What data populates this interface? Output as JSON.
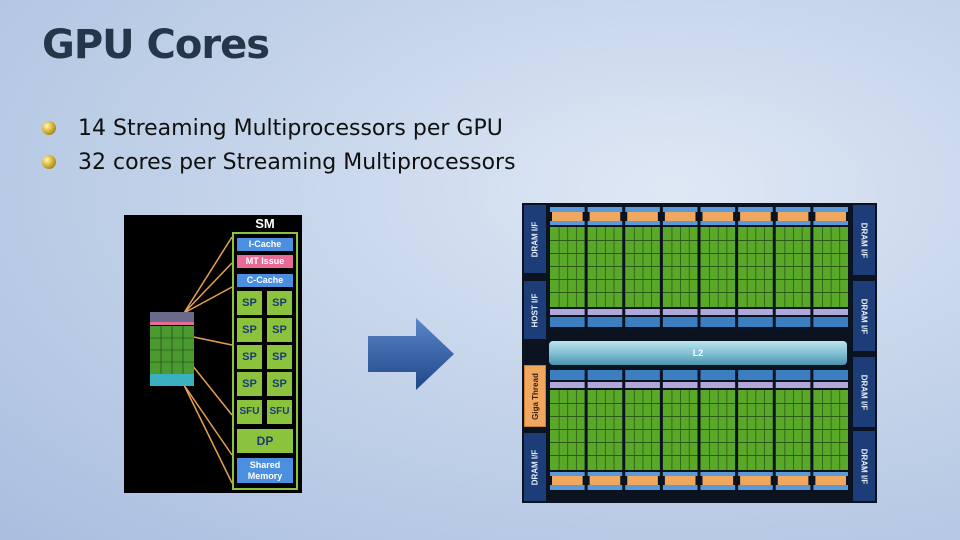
{
  "slide": {
    "title": "GPU Cores",
    "bullets": [
      "14 Streaming Multiprocessors per GPU",
      "32 cores per Streaming Multiprocessors"
    ]
  },
  "sm_diagram": {
    "title": "SM",
    "icache": "I-Cache",
    "mt_issue": "MT Issue",
    "ccache": "C-Cache",
    "sp_label": "SP",
    "sfu_label": "SFU",
    "dp": "DP",
    "shared_memory_line1": "Shared",
    "shared_memory_line2": "Memory",
    "colors": {
      "green": "#8bc43c",
      "blue": "#4a8fe0",
      "pink": "#e86a98"
    }
  },
  "arrow": {
    "icon": "right-arrow-icon",
    "color": "#2b5597"
  },
  "gpu_diagram": {
    "dram_label": "DRAM I/F",
    "host_label": "HOST I/F",
    "l2_label": "L2",
    "giga_label": "Giga Thread",
    "sm_columns": 8,
    "colors": {
      "sm_green": "#5aa828",
      "blue_side": "#1c3d78",
      "orange": "#f0a860"
    }
  }
}
